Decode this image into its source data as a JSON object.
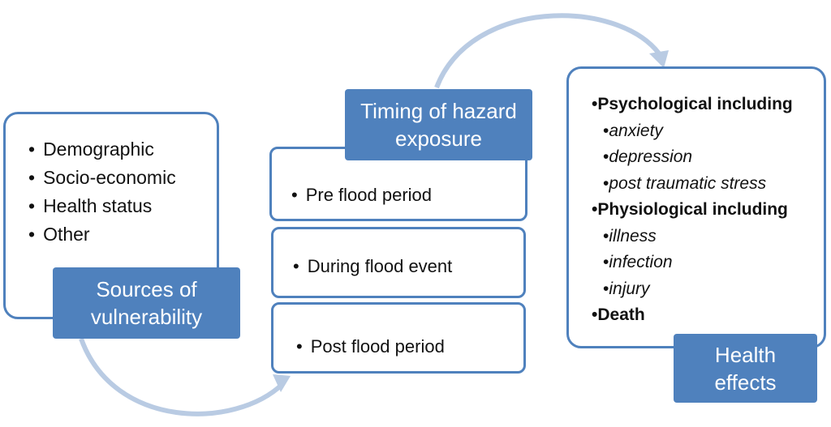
{
  "colors": {
    "accent": "#4f81bd",
    "arrow": "#b9cbe3"
  },
  "vulnerability": {
    "label_line1": "Sources of",
    "label_line2": "vulnerability",
    "items": [
      "Demographic",
      "Socio-economic",
      "Health status",
      "Other"
    ]
  },
  "timing": {
    "label_line1": "Timing of hazard",
    "label_line2": "exposure",
    "periods": [
      "Pre flood period",
      "During flood event",
      "Post flood period"
    ]
  },
  "health": {
    "label_line1": "Health",
    "label_line2": "effects",
    "psychological": "Psychological including",
    "psych_items": [
      "anxiety",
      "depression",
      "post traumatic stress"
    ],
    "physiological": "Physiological including",
    "phys_items": [
      "illness",
      "infection",
      "injury"
    ],
    "death": "Death"
  }
}
